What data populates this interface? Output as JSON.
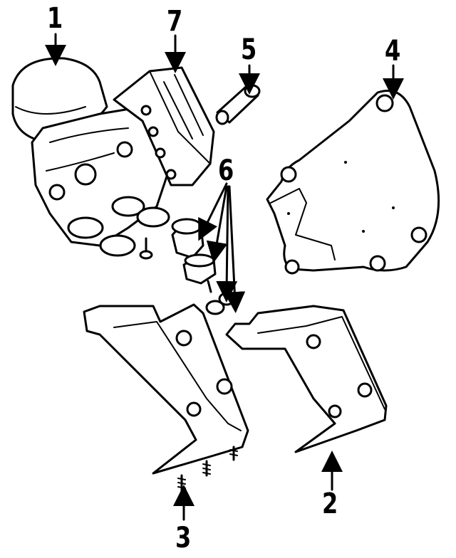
{
  "callouts": [
    {
      "id": "1",
      "label": "1"
    },
    {
      "id": "2",
      "label": "2"
    },
    {
      "id": "3",
      "label": "3"
    },
    {
      "id": "4",
      "label": "4"
    },
    {
      "id": "5",
      "label": "5"
    },
    {
      "id": "6",
      "label": "6"
    },
    {
      "id": "7",
      "label": "7"
    }
  ],
  "parts": [
    {
      "callout": "1",
      "icon": "abs-hydraulic-unit-icon"
    },
    {
      "callout": "2",
      "icon": "right-bracket-icon"
    },
    {
      "callout": "3",
      "icon": "stud-icon"
    },
    {
      "callout": "4",
      "icon": "shield-plate-icon"
    },
    {
      "callout": "5",
      "icon": "sleeve-icon"
    },
    {
      "callout": "6",
      "icon": "insulator-icon"
    },
    {
      "callout": "7",
      "icon": "control-module-icon"
    }
  ]
}
